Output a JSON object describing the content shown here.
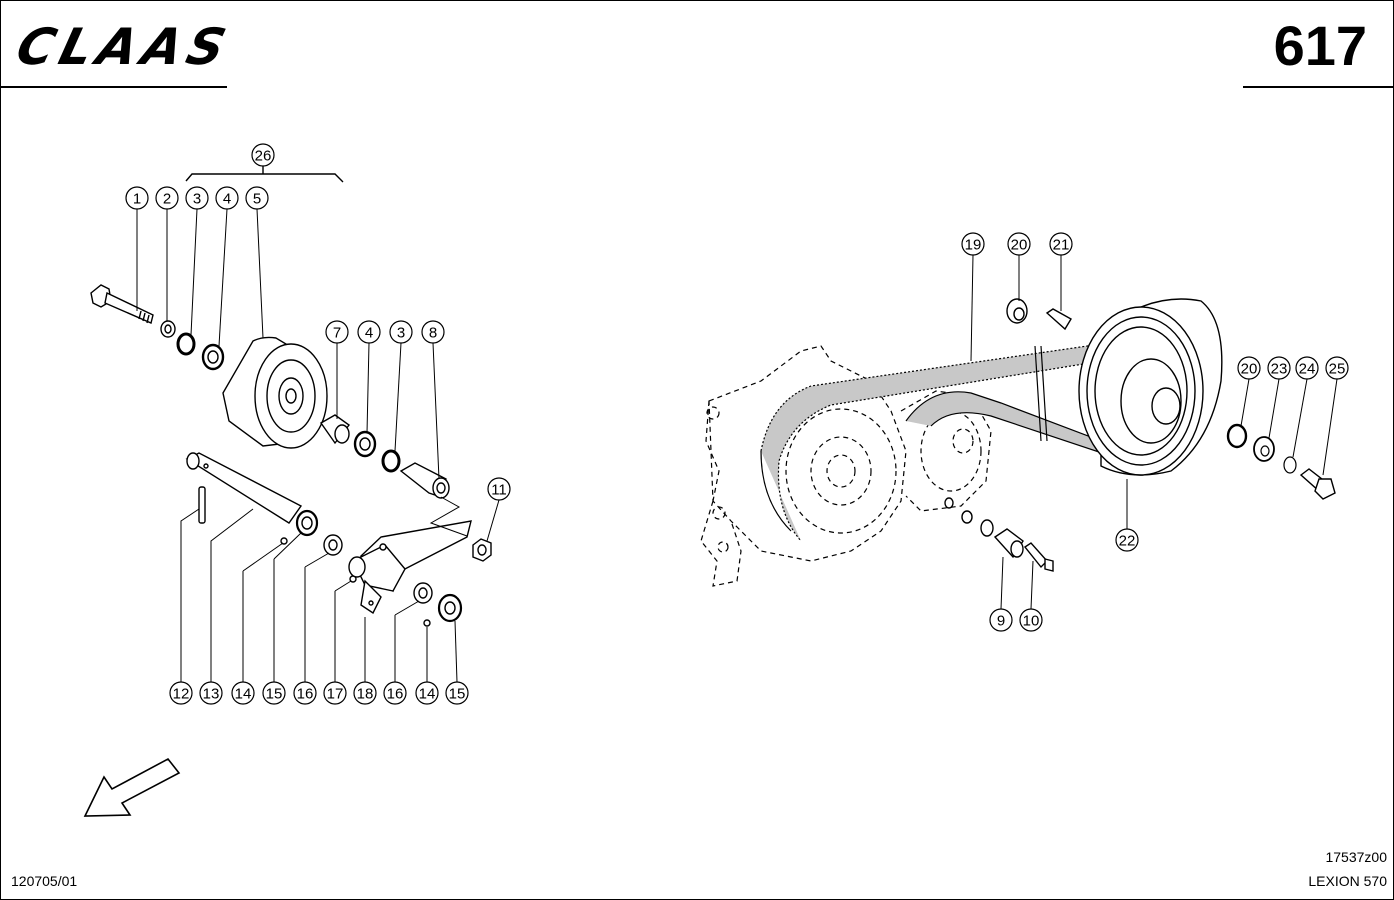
{
  "header": {
    "brand": "CLAAS",
    "page_number": "617"
  },
  "footer": {
    "date_code": "120705/01",
    "drawing_id": "17537z00",
    "model": "LEXION 570"
  },
  "colors": {
    "ink": "#000000",
    "paper": "#ffffff",
    "belt_fill": "#c8c8c8"
  },
  "callouts_left": [
    "1",
    "2",
    "3",
    "4",
    "5",
    "26",
    "7",
    "4",
    "3",
    "8",
    "11",
    "12",
    "13",
    "14",
    "15",
    "16",
    "17",
    "18",
    "16",
    "14",
    "15"
  ],
  "callouts_right": [
    "19",
    "20",
    "21",
    "20",
    "23",
    "24",
    "25",
    "22",
    "9",
    "10"
  ],
  "icons": [
    "direction-arrow-icon"
  ]
}
